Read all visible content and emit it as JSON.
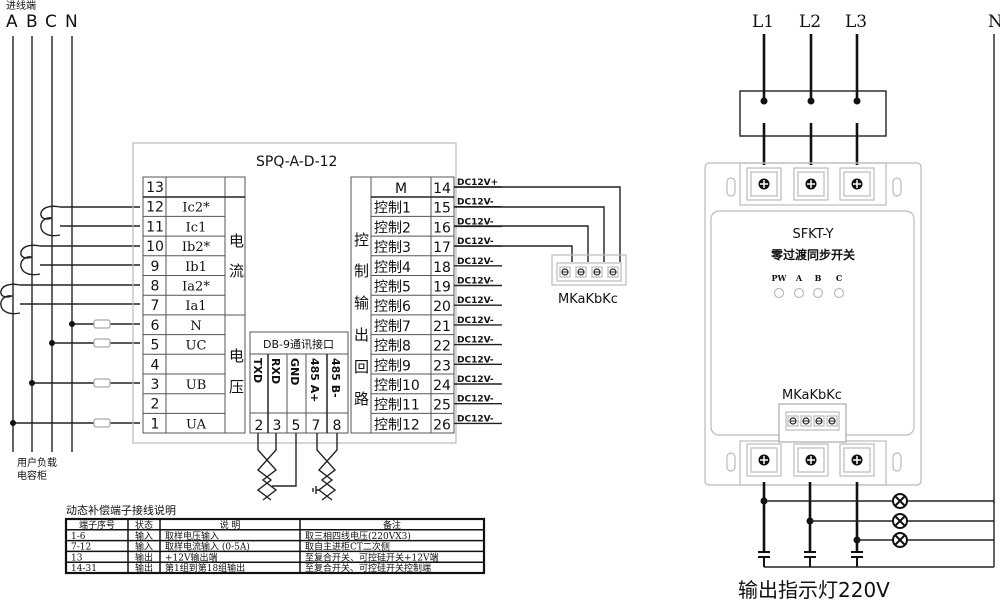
{
  "left_diagram": {
    "incoming_label": "进线端",
    "phases": [
      "A",
      "B",
      "C",
      "N"
    ],
    "load_label_line1": "用户负载",
    "load_label_line2": "电容柜",
    "controller": {
      "model": "SPQ-A-D-12",
      "input_terminals": [
        {
          "num": "13",
          "label": ""
        },
        {
          "num": "12",
          "label": "Ic2*"
        },
        {
          "num": "11",
          "label": "Ic1"
        },
        {
          "num": "10",
          "label": "Ib2*"
        },
        {
          "num": "9",
          "label": "Ib1"
        },
        {
          "num": "8",
          "label": "Ia2*"
        },
        {
          "num": "7",
          "label": "Ia1"
        },
        {
          "num": "6",
          "label": "N"
        },
        {
          "num": "5",
          "label": "UC"
        },
        {
          "num": "4",
          "label": ""
        },
        {
          "num": "3",
          "label": "UB"
        },
        {
          "num": "2",
          "label": ""
        },
        {
          "num": "1",
          "label": "UA"
        }
      ],
      "current_group": [
        "电",
        "流"
      ],
      "voltage_group": [
        "电",
        "压"
      ],
      "comm": {
        "title": "DB-9通讯接口",
        "pins": [
          {
            "name": "TXD",
            "num": "2"
          },
          {
            "name": "RXD",
            "num": "3"
          },
          {
            "name": "GND",
            "num": "5"
          },
          {
            "name": "485 A+",
            "num": "7"
          },
          {
            "name": "485 B-",
            "num": "8"
          }
        ]
      },
      "output_group": [
        "控",
        "制",
        "输",
        "出",
        "回",
        "路"
      ],
      "output_terminals": [
        {
          "label": "M",
          "num": "14",
          "signal": "DC12V+"
        },
        {
          "label": "控制1",
          "num": "15",
          "signal": "DC12V-"
        },
        {
          "label": "控制2",
          "num": "16",
          "signal": "DC12V-"
        },
        {
          "label": "控制3",
          "num": "17",
          "signal": "DC12V-"
        },
        {
          "label": "控制4",
          "num": "18",
          "signal": "DC12V-"
        },
        {
          "label": "控制5",
          "num": "19",
          "signal": "DC12V-"
        },
        {
          "label": "控制6",
          "num": "20",
          "signal": "DC12V-"
        },
        {
          "label": "控制7",
          "num": "21",
          "signal": "DC12V-"
        },
        {
          "label": "控制8",
          "num": "22",
          "signal": "DC12V-"
        },
        {
          "label": "控制9",
          "num": "23",
          "signal": "DC12V-"
        },
        {
          "label": "控制10",
          "num": "24",
          "signal": "DC12V-"
        },
        {
          "label": "控制11",
          "num": "25",
          "signal": "DC12V-"
        },
        {
          "label": "控制12",
          "num": "26",
          "signal": "DC12V-"
        }
      ]
    },
    "small_connector_label": "MKaKbKc"
  },
  "terminal_table": {
    "title": "动态补偿端子接线说明",
    "headers": [
      "端子序号",
      "状态",
      "说 明",
      "备注"
    ],
    "rows": [
      [
        "1-6",
        "输入",
        "取样电压输入",
        "取三相四线电压(220VX3)"
      ],
      [
        "7-12",
        "输入",
        "取样电流输入 (0-5A)",
        "取自主进柜CT二次侧"
      ],
      [
        "13",
        "输出",
        "+12V输出端",
        "至复合开关、可控硅开关+12V端"
      ],
      [
        "14-31",
        "输出",
        "第1组到第18组输出",
        "至复合开关、可控硅开关控制端"
      ]
    ]
  },
  "right_diagram": {
    "phases": [
      "L1",
      "L2",
      "L3"
    ],
    "neutral": "N",
    "device": {
      "model": "SFKT-Y",
      "name": "零过渡同步开关",
      "leds": [
        "PW",
        "A",
        "B",
        "C"
      ],
      "connector_label": "MKaKbKc"
    },
    "caption": "输出指示灯220V"
  }
}
